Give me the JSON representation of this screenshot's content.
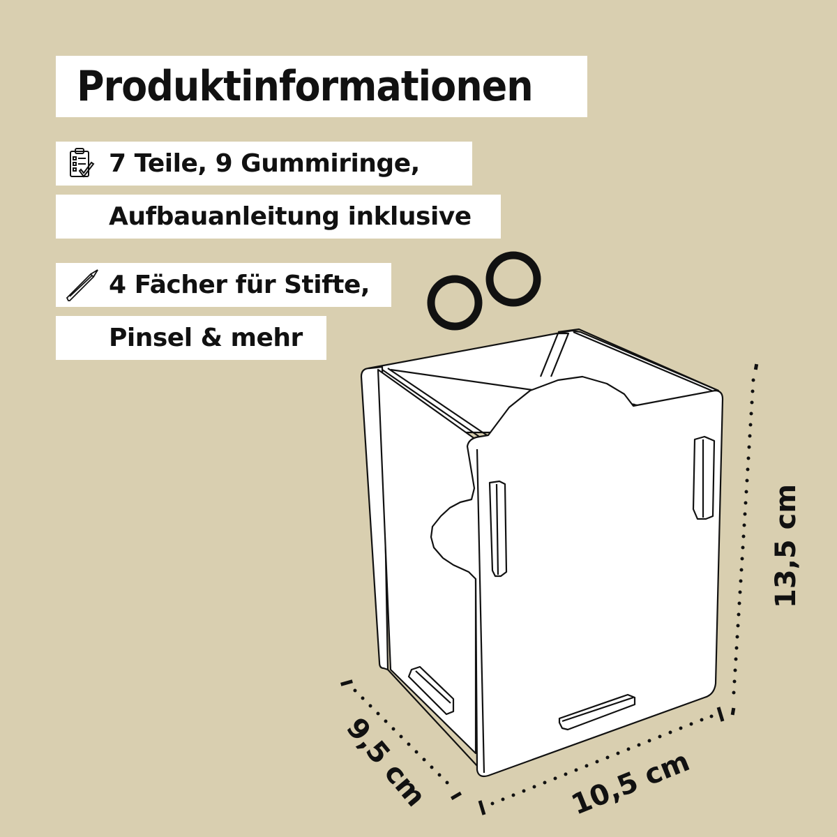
{
  "title": "Produktinformationen",
  "features": [
    {
      "icon": "clipboard-checklist-icon",
      "lines": [
        "7 Teile, 9 Gummiringe,",
        "Aufbauanleitung inklusive"
      ]
    },
    {
      "icon": "pencil-icon",
      "lines": [
        "4 Fächer für Stifte,",
        "Pinsel & mehr"
      ]
    }
  ],
  "dimensions": {
    "height": "13,5 cm",
    "width": "10,5 cm",
    "depth": "9,5 cm"
  },
  "illustration": {
    "subject": "pen holder box with 4 compartments",
    "rubber_rings": 2
  },
  "colors": {
    "background": "#d9cfb0",
    "strip": "#ffffff",
    "text": "#111111"
  }
}
